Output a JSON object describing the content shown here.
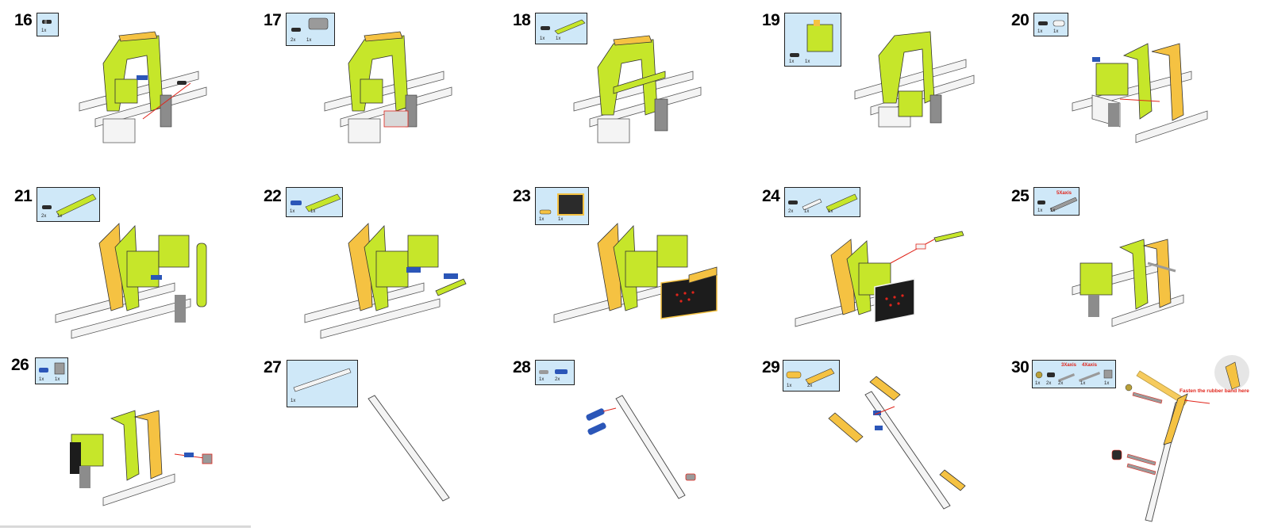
{
  "steps": [
    {
      "num": "16",
      "parts": [
        "1x"
      ]
    },
    {
      "num": "17",
      "parts": [
        "2x",
        "1x"
      ]
    },
    {
      "num": "18",
      "parts": [
        "1x",
        "1x"
      ]
    },
    {
      "num": "19",
      "parts": [
        "1x",
        "1x"
      ]
    },
    {
      "num": "20",
      "parts": [
        "1x",
        "1x"
      ]
    },
    {
      "num": "21",
      "parts": [
        "2x",
        "1x"
      ]
    },
    {
      "num": "22",
      "parts": [
        "1x",
        "1x"
      ]
    },
    {
      "num": "23",
      "parts": [
        "1x",
        "1x"
      ]
    },
    {
      "num": "24",
      "parts": [
        "2x",
        "1x",
        "1x"
      ]
    },
    {
      "num": "25",
      "parts": [
        "1x",
        "1x"
      ],
      "note": "5Xaxis"
    },
    {
      "num": "26",
      "parts": [
        "1x",
        "1x"
      ]
    },
    {
      "num": "27",
      "parts": [
        "1x"
      ]
    },
    {
      "num": "28",
      "parts": [
        "1x",
        "2x"
      ]
    },
    {
      "num": "29",
      "parts": [
        "1x",
        "2x"
      ]
    },
    {
      "num": "30",
      "parts": [
        "1x",
        "2x",
        "2x",
        "1x",
        "1x"
      ],
      "notes": [
        "3Xaxis",
        "4Xaxis"
      ],
      "callout": "Fasten the rubber band here"
    }
  ],
  "colors": {
    "lime": "#c6e62a",
    "yellow": "#f5c242",
    "white": "#f4f4f4",
    "gray": "#8c8c8c",
    "dark": "#2b2b2b",
    "blue": "#2b56b8",
    "red": "#e0251b",
    "box": "#cfe8f8"
  }
}
